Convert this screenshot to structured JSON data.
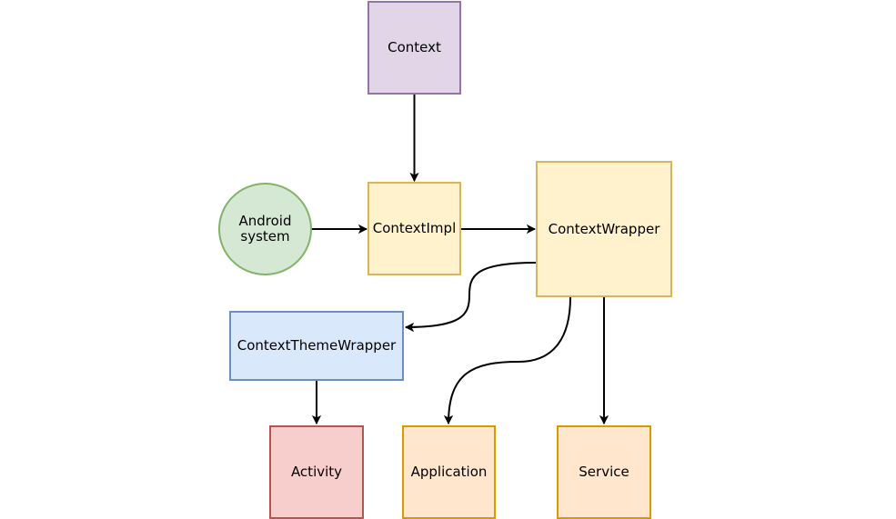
{
  "nodes": {
    "context": {
      "label": "Context",
      "fill": "#e1d5e7",
      "stroke": "#9673a6"
    },
    "contextimpl": {
      "label": "ContextImpl",
      "fill": "#fff2cc",
      "stroke": "#d6b656"
    },
    "wrapper": {
      "label": "ContextWrapper",
      "fill": "#fff2cc",
      "stroke": "#d6b656"
    },
    "android_line1": "Android",
    "android_line2": "system",
    "android": {
      "fill": "#d5e8d4",
      "stroke": "#82b366"
    },
    "theme": {
      "label": "ContextThemeWrapper",
      "fill": "#dae8fc",
      "stroke": "#6c8ebf"
    },
    "activity": {
      "label": "Activity",
      "fill": "#f8cecc",
      "stroke": "#b85450"
    },
    "application": {
      "label": "Application",
      "fill": "#ffe6cc",
      "stroke": "#d79b00"
    },
    "service": {
      "label": "Service",
      "fill": "#ffe6cc",
      "stroke": "#d79b00"
    }
  },
  "edges": [
    {
      "from": "context",
      "to": "contextimpl"
    },
    {
      "from": "android",
      "to": "contextimpl"
    },
    {
      "from": "contextimpl",
      "to": "wrapper"
    },
    {
      "from": "wrapper",
      "to": "theme"
    },
    {
      "from": "wrapper",
      "to": "application"
    },
    {
      "from": "wrapper",
      "to": "service"
    },
    {
      "from": "theme",
      "to": "activity"
    }
  ],
  "style": {
    "edge_color": "#000000"
  }
}
